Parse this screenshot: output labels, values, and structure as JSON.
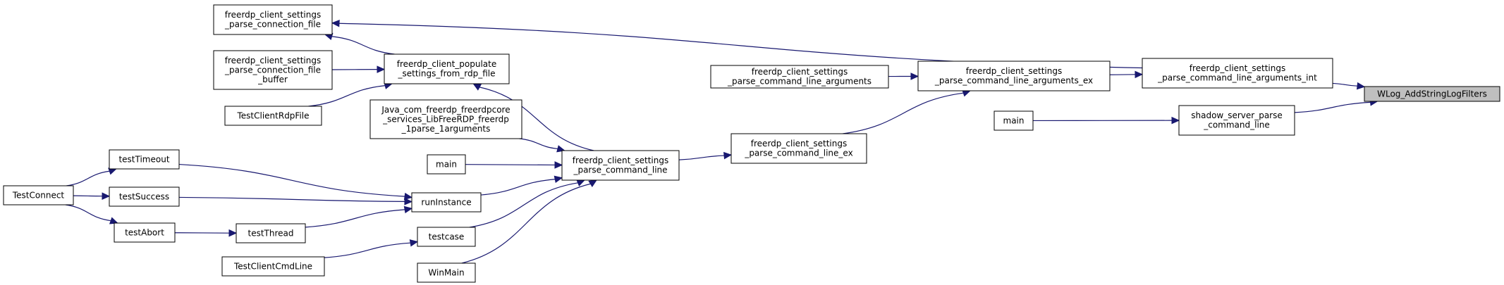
{
  "colors": {
    "edge": "#191970",
    "target_fill": "#bfbfbf",
    "node_fill": "#ffffff",
    "node_stroke": "#000000"
  },
  "nodes": [
    {
      "id": "wlog",
      "target": true,
      "lines": [
        "WLog_AddStringLogFilters"
      ]
    },
    {
      "id": "cla_int",
      "lines": [
        "freerdp_client_settings",
        "_parse_command_line_arguments_int"
      ]
    },
    {
      "id": "shadow",
      "lines": [
        "shadow_server_parse",
        "_command_line"
      ]
    },
    {
      "id": "main_r",
      "lines": [
        "main"
      ]
    },
    {
      "id": "conn_file",
      "lines": [
        "freerdp_client_settings",
        "_parse_connection_file"
      ]
    },
    {
      "id": "cla_ex",
      "lines": [
        "freerdp_client_settings",
        "_parse_command_line_arguments_ex"
      ]
    },
    {
      "id": "cla",
      "lines": [
        "freerdp_client_settings",
        "_parse_command_line_arguments"
      ]
    },
    {
      "id": "pcl_ex",
      "lines": [
        "freerdp_client_settings",
        "_parse_command_line_ex"
      ]
    },
    {
      "id": "pcl",
      "lines": [
        "freerdp_client_settings",
        "_parse_command_line"
      ]
    },
    {
      "id": "populate",
      "lines": [
        "freerdp_client_populate",
        "_settings_from_rdp_file"
      ]
    },
    {
      "id": "conn_buf",
      "lines": [
        "freerdp_client_settings",
        "_parse_connection_file",
        "_buffer"
      ]
    },
    {
      "id": "rdpfile",
      "lines": [
        "TestClientRdpFile"
      ]
    },
    {
      "id": "java",
      "lines": [
        "Java_com_freerdp_freerdpcore",
        "_services_LibFreeRDP_freerdp",
        "_1parse_1arguments"
      ]
    },
    {
      "id": "main_l",
      "lines": [
        "main"
      ]
    },
    {
      "id": "runinst",
      "lines": [
        "runInstance"
      ]
    },
    {
      "id": "testcase",
      "lines": [
        "testcase"
      ]
    },
    {
      "id": "winmain",
      "lines": [
        "WinMain"
      ]
    },
    {
      "id": "timeout",
      "lines": [
        "testTimeout"
      ]
    },
    {
      "id": "success",
      "lines": [
        "testSuccess"
      ]
    },
    {
      "id": "thread",
      "lines": [
        "testThread"
      ]
    },
    {
      "id": "abort",
      "lines": [
        "testAbort"
      ]
    },
    {
      "id": "connect",
      "lines": [
        "TestConnect"
      ]
    },
    {
      "id": "cmdline",
      "lines": [
        "TestClientCmdLine"
      ]
    }
  ],
  "edges": [
    {
      "from": "cla_int",
      "to": "wlog"
    },
    {
      "from": "shadow",
      "to": "wlog"
    },
    {
      "from": "main_r",
      "to": "shadow"
    },
    {
      "from": "cla_int",
      "to": "conn_file"
    },
    {
      "from": "cla_ex",
      "to": "cla_int"
    },
    {
      "from": "cla",
      "to": "cla_ex"
    },
    {
      "from": "pcl_ex",
      "to": "cla_ex"
    },
    {
      "from": "pcl",
      "to": "pcl_ex"
    },
    {
      "from": "populate",
      "to": "conn_file"
    },
    {
      "from": "pcl",
      "to": "populate"
    },
    {
      "from": "conn_buf",
      "to": "populate"
    },
    {
      "from": "rdpfile",
      "to": "populate"
    },
    {
      "from": "java",
      "to": "pcl"
    },
    {
      "from": "main_l",
      "to": "pcl"
    },
    {
      "from": "runinst",
      "to": "pcl"
    },
    {
      "from": "testcase",
      "to": "pcl"
    },
    {
      "from": "winmain",
      "to": "pcl"
    },
    {
      "from": "timeout",
      "to": "runinst"
    },
    {
      "from": "success",
      "to": "runinst"
    },
    {
      "from": "thread",
      "to": "runinst"
    },
    {
      "from": "abort",
      "to": "thread"
    },
    {
      "from": "connect",
      "to": "timeout"
    },
    {
      "from": "connect",
      "to": "success"
    },
    {
      "from": "connect",
      "to": "abort"
    },
    {
      "from": "cmdline",
      "to": "testcase"
    }
  ]
}
